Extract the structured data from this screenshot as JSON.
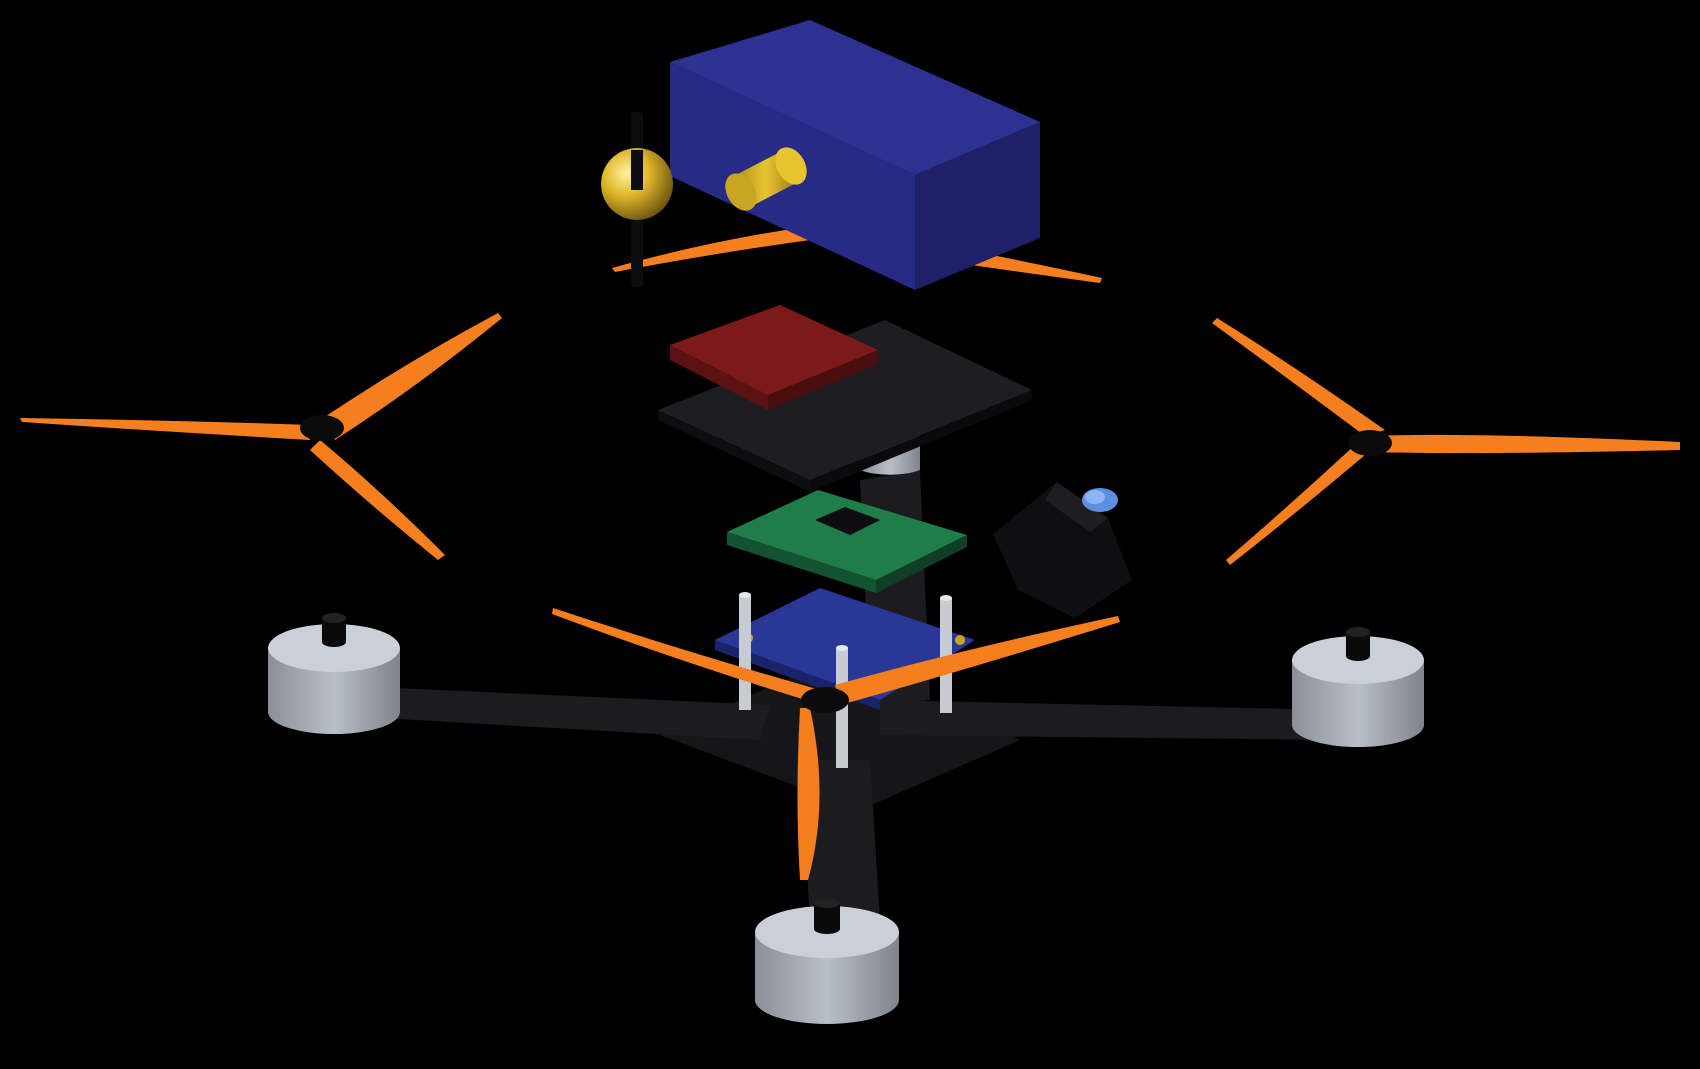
{
  "scene": {
    "background": "#000000",
    "description_visible_text": [],
    "components": [
      {
        "name": "frame-arms",
        "color": "#1b1b1f"
      },
      {
        "name": "motor",
        "count": 4,
        "color": "#aab1ba"
      },
      {
        "name": "propeller",
        "count": 4,
        "blades": 3,
        "color": "#f57f1f"
      },
      {
        "name": "battery",
        "color": "#2b2d8f"
      },
      {
        "name": "battery-connector",
        "color": "#d4b21c"
      },
      {
        "name": "antenna",
        "color": "#d9b420"
      },
      {
        "name": "top-plate",
        "color": "#1d1d22"
      },
      {
        "name": "red-module",
        "color": "#7b1a1a"
      },
      {
        "name": "flight-controller",
        "color": "#1e7a48"
      },
      {
        "name": "power-board",
        "color": "#23308a"
      },
      {
        "name": "standoff",
        "count": 4,
        "color": "#c8ccd2"
      },
      {
        "name": "camera",
        "color": "#111114"
      },
      {
        "name": "camera-lens",
        "color": "#5d8fe0"
      }
    ]
  }
}
